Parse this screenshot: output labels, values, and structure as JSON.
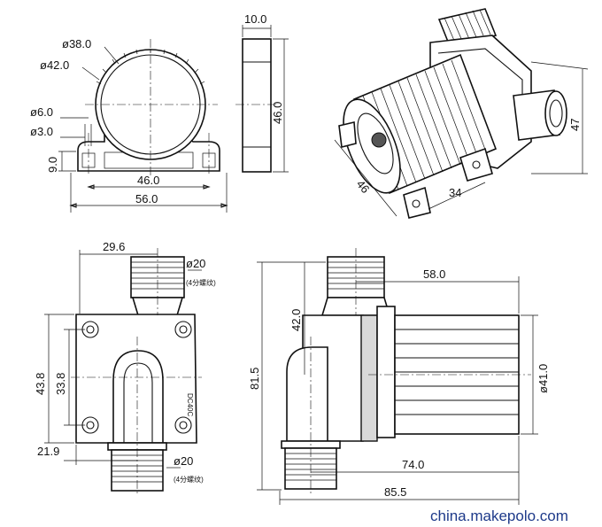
{
  "front_view": {
    "d_outer": "ø38.0",
    "d_flange": "ø42.0",
    "d_hole": "ø6.0",
    "d_pin": "ø3.0",
    "h_foot": "9.0",
    "w_holes": "46.0",
    "w_total": "56.0"
  },
  "side_view": {
    "thickness": "10.0",
    "height": "46.0"
  },
  "iso_view": {
    "width": "46",
    "foot": "34",
    "height": "47"
  },
  "port_view": {
    "offset_top": "29.6",
    "port_top": "ø20",
    "port_top_note": "(4分螺纹)",
    "h_outer": "43.8",
    "h_inner": "33.8",
    "offset_bottom": "21.9",
    "port_bottom": "ø20",
    "port_bottom_note": "(4分螺纹)",
    "model": "DC40C"
  },
  "profile_view": {
    "motor_len": "58.0",
    "inlet_h": "42.0",
    "total_h": "81.5",
    "motor_d": "ø41.0",
    "len_inner": "74.0",
    "len_total": "85.5"
  },
  "watermark": "china.makepolo.com"
}
